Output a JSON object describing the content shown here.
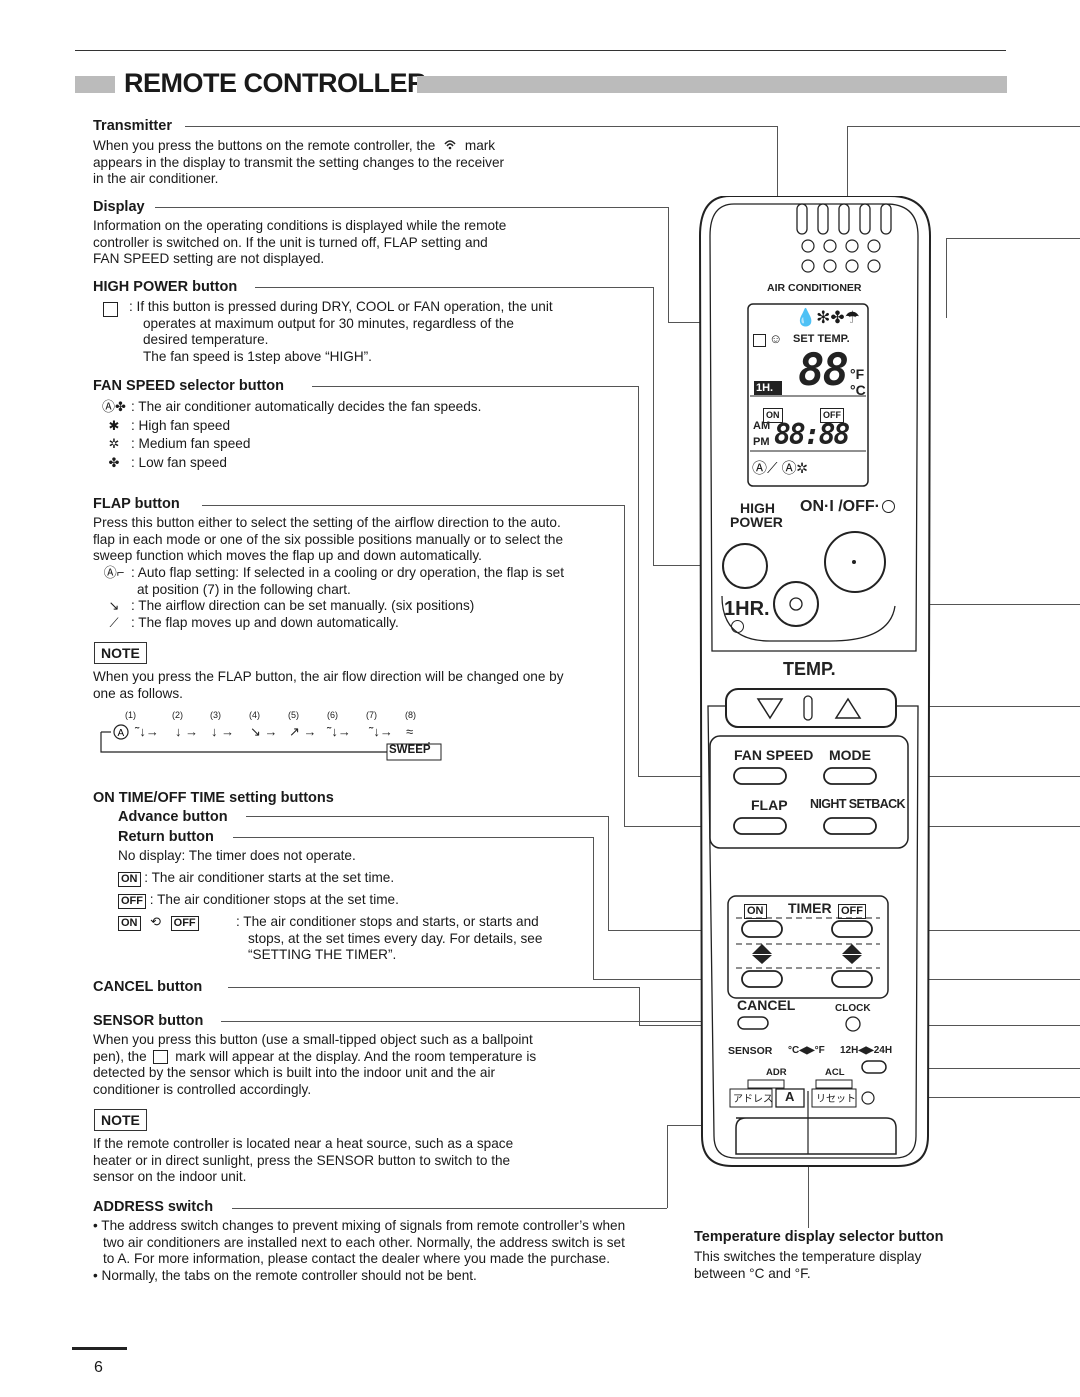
{
  "page": {
    "title": "REMOTE CONTROLLER",
    "page_number": "6"
  },
  "transmitter": {
    "heading": "Transmitter",
    "text1": "When you press the buttons on the remote controller, the",
    "text2": "mark",
    "text3": "appears in the display to transmit the setting changes to the receiver",
    "text4": "in the air conditioner."
  },
  "display": {
    "heading": "Display",
    "lines": [
      "Information on the operating conditions is displayed while the remote",
      "controller is switched on. If the unit is turned off, FLAP setting and",
      "FAN SPEED setting are not displayed."
    ]
  },
  "high_power": {
    "heading": "HIGH POWER button",
    "lines": [
      ":  If this button is pressed during DRY, COOL or FAN operation, the unit",
      "operates at maximum output for 30 minutes, regardless of the",
      "desired temperature.",
      "The fan speed is 1step above “HIGH”."
    ]
  },
  "fan_speed": {
    "heading": "FAN SPEED selector button",
    "items": [
      ": The air conditioner automatically decides the fan speeds.",
      ": High fan speed",
      ": Medium fan speed",
      ": Low fan speed"
    ]
  },
  "flap": {
    "heading": "FLAP button",
    "lines": [
      "Press this button either to select the setting of the airflow direction to the auto.",
      "flap in each mode or one of the six possible positions manually or to select the",
      "sweep function which moves the flap up and down automatically."
    ],
    "items": [
      ": Auto flap setting: If selected in a cooling or dry operation, the flap is set",
      "at position (7) in the following chart.",
      ": The airflow direction can be set manually. (six positions)",
      ": The flap moves up and down automatically."
    ]
  },
  "note1": {
    "label": "NOTE",
    "lines": [
      "When you press the FLAP button, the air flow direction will be changed one by",
      "one as follows."
    ]
  },
  "flap_chart": {
    "positions": [
      "(1)",
      "(2)",
      "(3)",
      "(4)",
      "(5)",
      "(6)",
      "(7)",
      "(8)"
    ],
    "sweep_label": "SWEEP"
  },
  "timer": {
    "heading": "ON TIME/OFF TIME setting buttons",
    "advance": "Advance button",
    "return": "Return button",
    "no_display": "No display: The timer does not operate.",
    "on_text": ": The air conditioner starts at the set time.",
    "off_text": ": The air conditioner stops at the set time.",
    "both_lines": [
      ":  The air conditioner stops and starts, or starts and",
      "stops, at the set times every day. For details, see",
      "“SETTING THE TIMER”."
    ],
    "on_tag": "ON",
    "off_tag": "OFF"
  },
  "cancel": {
    "heading": "CANCEL button"
  },
  "sensor": {
    "heading": "SENSOR button",
    "lines": [
      "When you press this button (use a small-tipped object such as a ballpoint",
      "pen), the",
      "mark will appear at the display. And the room temperature is",
      "detected by the sensor which is built into the indoor unit and the air",
      "conditioner is controlled accordingly."
    ]
  },
  "note2": {
    "label": "NOTE",
    "lines": [
      "If the remote controller is located near a heat source, such as a space",
      "heater or in direct sunlight, press the SENSOR button to switch to the",
      "sensor on the indoor unit."
    ]
  },
  "address": {
    "heading": "ADDRESS switch",
    "bullets": [
      "• The address switch changes to prevent mixing of signals from remote controller’s when",
      "two air conditioners are installed next to each other. Normally, the address switch is set",
      "to A. For more information, please contact the dealer where you made the purchase.",
      "• Normally, the tabs on the remote controller should not be bent."
    ]
  },
  "temp_selector": {
    "heading": "Temperature display selector button",
    "lines": [
      "This switches the temperature display",
      "between °C and °F."
    ]
  },
  "remote": {
    "air_conditioner": "AIR CONDITIONER",
    "set_temp": "SET TEMP.",
    "degF": "°F",
    "degC": "°C",
    "digits": "88",
    "one_h": "1H.",
    "on": "ON",
    "off": "OFF",
    "am": "AM",
    "pm": "PM",
    "clock_digits": "88:88",
    "high": "HIGH",
    "power": "POWER",
    "on_off": "ON·I /OFF·",
    "one_hr": "1HR.",
    "temp": "TEMP.",
    "fan_speed": "FAN SPEED",
    "mode": "MODE",
    "flap": "FLAP",
    "night_setback": "NIGHT SETBACK",
    "timer": "TIMER",
    "cancel": "CANCEL",
    "clock": "CLOCK",
    "sensor": "SENSOR",
    "cf": "°C◀▶°F",
    "hours": "12H◀▶24H",
    "adr": "ADR",
    "acl": "ACL",
    "address_jp": "アドレス",
    "address_value": "A",
    "reset_jp": "リセット"
  }
}
